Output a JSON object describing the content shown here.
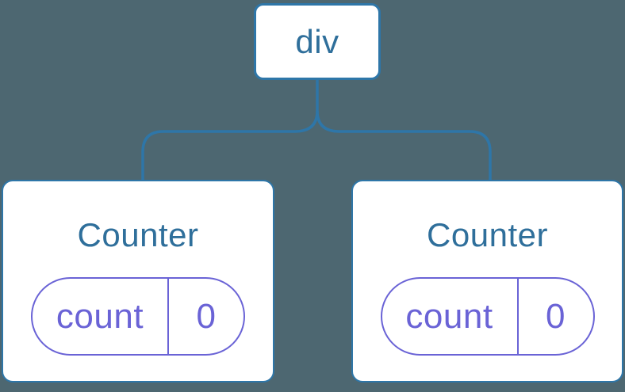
{
  "colors": {
    "background": "#4d6771",
    "card_background": "#ffffff",
    "line": "#2e76a8",
    "node_text": "#2f6f9b",
    "state_accent": "#6a63d6"
  },
  "tree": {
    "root": {
      "label": "div"
    },
    "children": [
      {
        "title": "Counter",
        "state": {
          "key": "count",
          "value": "0"
        }
      },
      {
        "title": "Counter",
        "state": {
          "key": "count",
          "value": "0"
        }
      }
    ]
  }
}
